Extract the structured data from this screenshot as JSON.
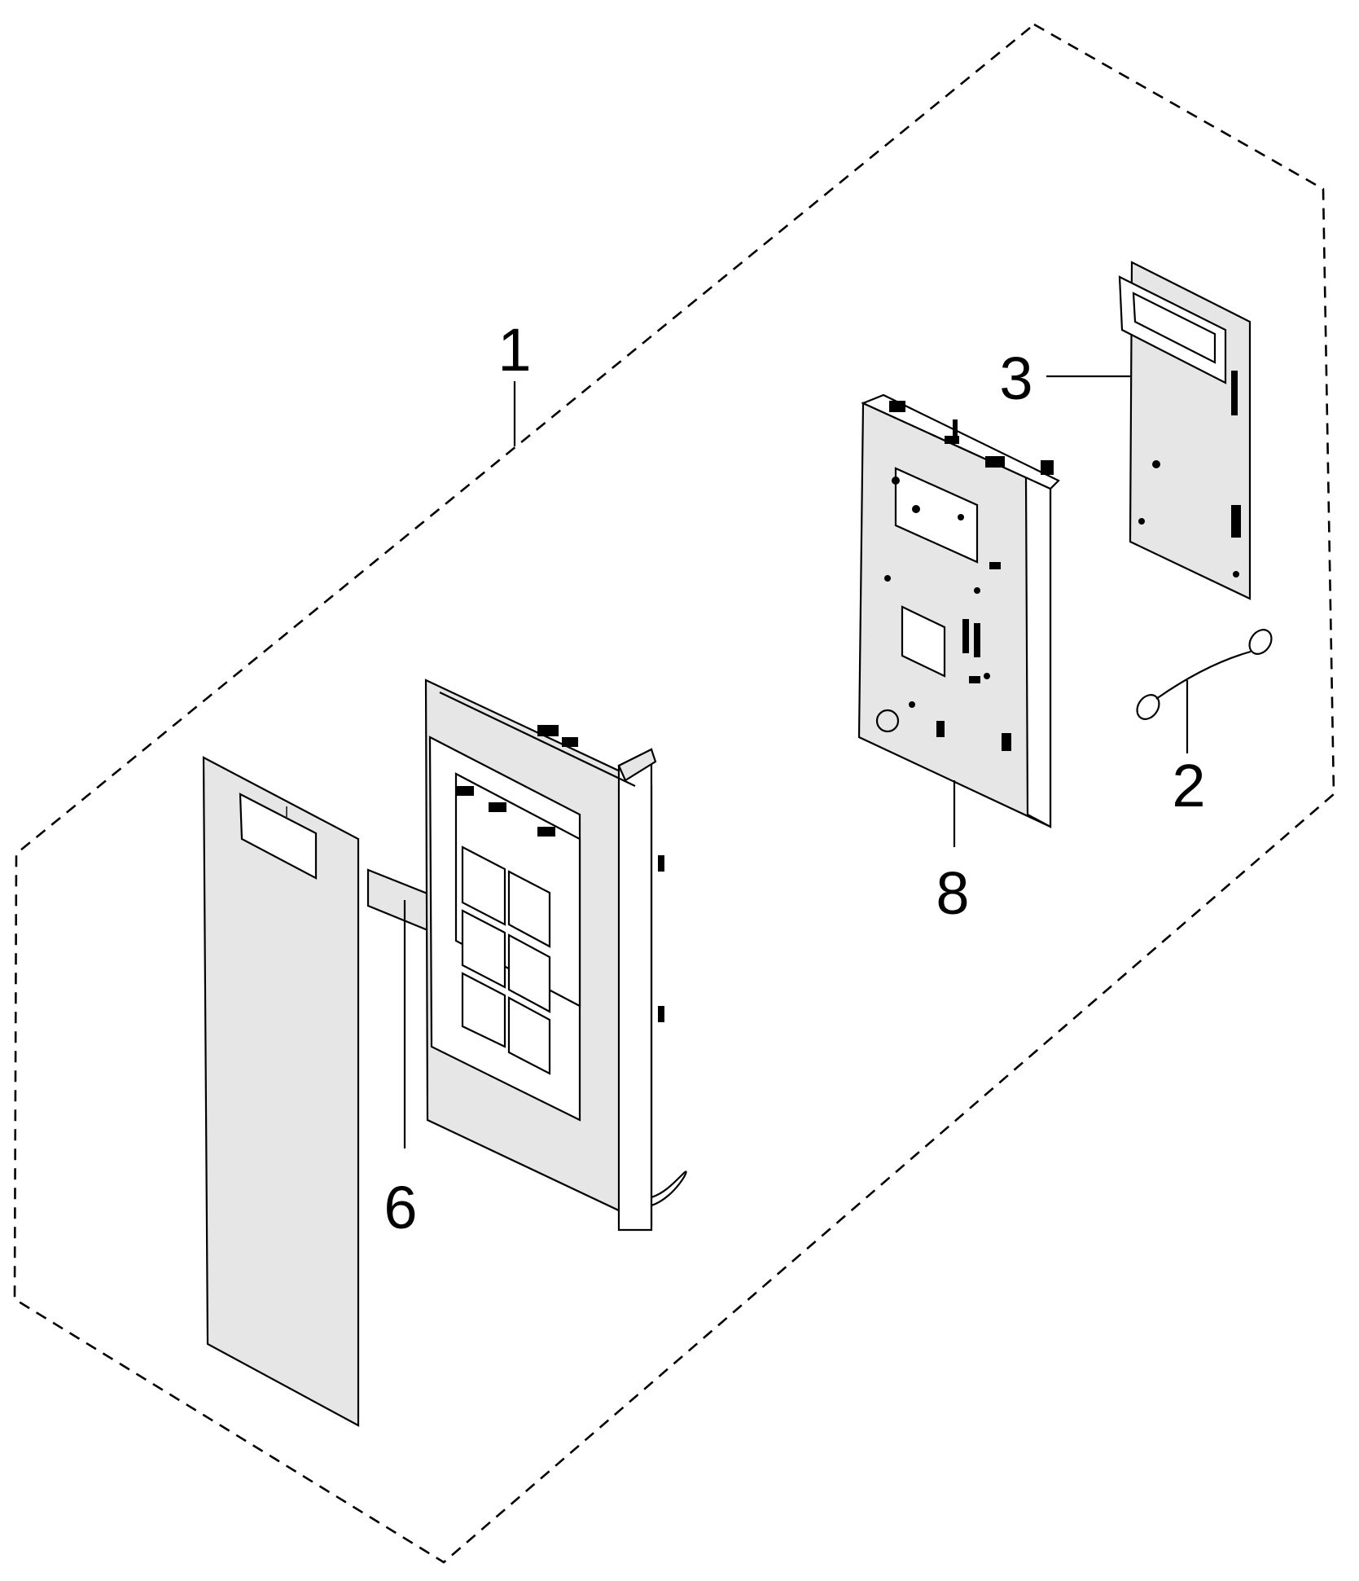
{
  "diagram": {
    "callouts": [
      {
        "id": "1",
        "label": "1"
      },
      {
        "id": "2",
        "label": "2"
      },
      {
        "id": "3",
        "label": "3"
      },
      {
        "id": "6",
        "label": "6"
      },
      {
        "id": "8",
        "label": "8"
      }
    ],
    "colors": {
      "line": "#000000",
      "background": "#ffffff",
      "panel_fill": "#e6e6e6"
    }
  }
}
